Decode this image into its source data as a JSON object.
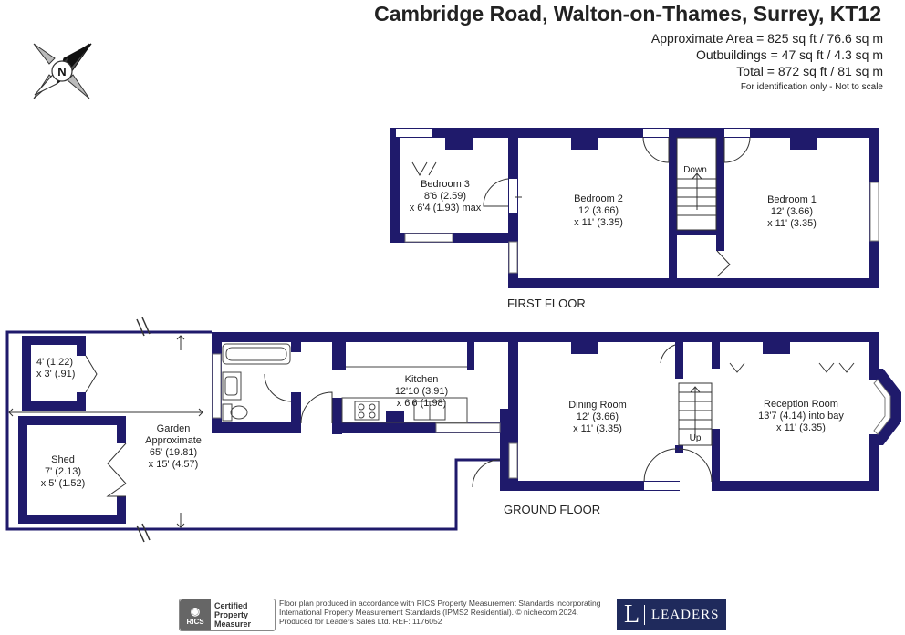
{
  "header": {
    "title": "Cambridge Road, Walton-on-Thames, Surrey, KT12",
    "approx_area": "Approximate Area = 825 sq ft / 76.6 sq m",
    "outbuildings": "Outbuildings = 47 sq ft / 4.3 sq m",
    "total": "Total = 872 sq ft / 81 sq m",
    "disclaimer": "For identification only - Not to scale"
  },
  "compass": {
    "label": "N",
    "icon": "compass-icon"
  },
  "first_floor": {
    "label": "FIRST FLOOR",
    "down_label": "Down",
    "bedroom3": {
      "name": "Bedroom 3",
      "dim1": "8'6 (2.59)",
      "dim2": "x 6'4 (1.93) max"
    },
    "bedroom2": {
      "name": "Bedroom 2",
      "dim1": "12 (3.66)",
      "dim2": "x 11' (3.35)"
    },
    "bedroom1": {
      "name": "Bedroom 1",
      "dim1": "12' (3.66)",
      "dim2": "x 11' (3.35)"
    }
  },
  "ground_floor": {
    "label": "GROUND FLOOR",
    "up_label": "Up",
    "store": {
      "dim1": "4' (1.22)",
      "dim2": "x 3' (.91)"
    },
    "shed": {
      "name": "Shed",
      "dim1": "7' (2.13)",
      "dim2": "x 5' (1.52)"
    },
    "garden": {
      "name": "Garden",
      "line2": "Approximate",
      "dim1": "65' (19.81)",
      "dim2": "x 15' (4.57)"
    },
    "kitchen": {
      "name": "Kitchen",
      "dim1": "12'10 (3.91)",
      "dim2": "x 6'6 (1.98)"
    },
    "dining": {
      "name": "Dining Room",
      "dim1": "12' (3.66)",
      "dim2": "x 11' (3.35)"
    },
    "reception": {
      "name": "Reception Room",
      "dim1": "13'7 (4.14) into bay",
      "dim2": "x 11' (3.35)"
    }
  },
  "footer": {
    "rics_logo": "RICS",
    "rics_line1": "Certified",
    "rics_line2": "Property",
    "rics_line3": "Measurer",
    "text_line1": "Floor plan produced in accordance with RICS Property Measurement Standards incorporating",
    "text_line2": "International Property Measurement Standards (IPMS2 Residential). © nichecom 2024.",
    "text_line3": "Produced for Leaders Sales Ltd.   REF:  1176052",
    "brand_letter": "L",
    "brand_name": "LEADERS"
  },
  "colors": {
    "wall": "#1f1a6b",
    "background": "#ffffff",
    "brand": "#1f2a5c"
  }
}
